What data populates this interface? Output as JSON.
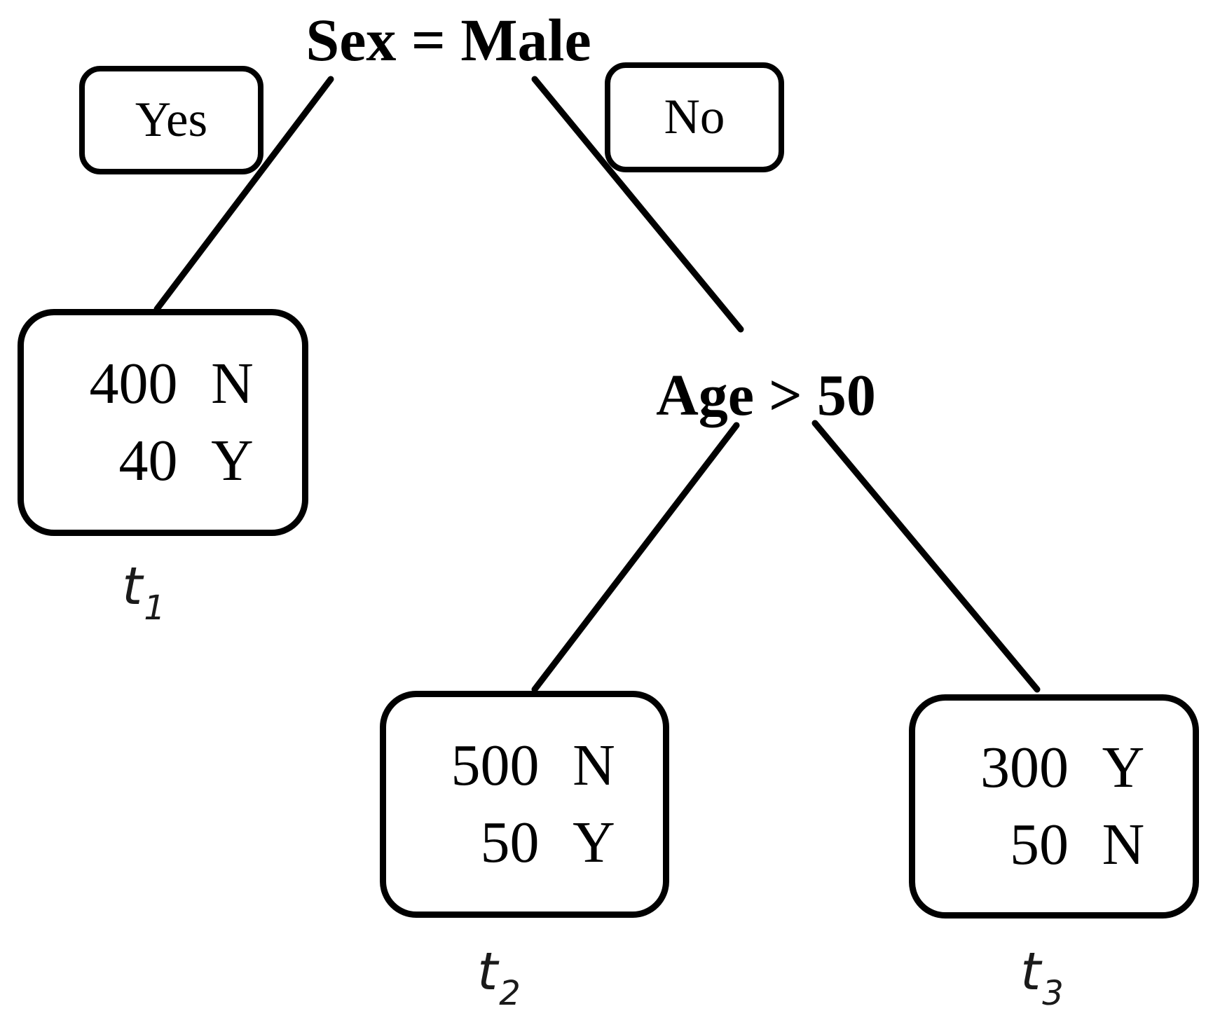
{
  "tree": {
    "root": {
      "label": "Sex = Male"
    },
    "branches": {
      "yes": "Yes",
      "no": "No"
    },
    "internal": {
      "label": "Age > 50"
    },
    "leaves": [
      {
        "name": "t1",
        "label_base": "t",
        "label_sub": "1",
        "rows": [
          {
            "count": "400",
            "class": "N"
          },
          {
            "count": "40",
            "class": "Y"
          }
        ]
      },
      {
        "name": "t2",
        "label_base": "t",
        "label_sub": "2",
        "rows": [
          {
            "count": "500",
            "class": "N"
          },
          {
            "count": "50",
            "class": "Y"
          }
        ]
      },
      {
        "name": "t3",
        "label_base": "t",
        "label_sub": "3",
        "rows": [
          {
            "count": "300",
            "class": "Y"
          },
          {
            "count": "50",
            "class": "N"
          }
        ]
      }
    ],
    "colors": {
      "ink": "#000000",
      "background": "#ffffff"
    }
  }
}
